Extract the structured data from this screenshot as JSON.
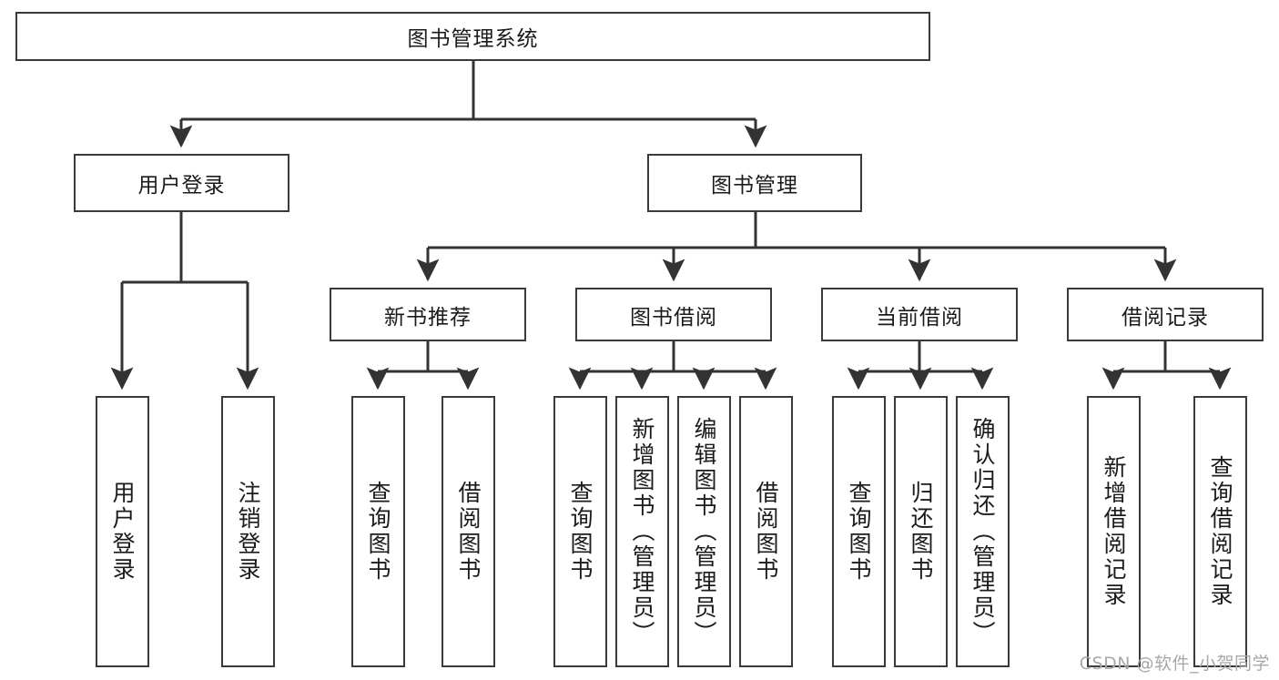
{
  "diagram": {
    "title": "图书管理系统",
    "type": "tree",
    "watermark": "CSDN @软件_小贺同学",
    "colors": {
      "box_border": "#3a3a3a",
      "box_fill": "#ffffff",
      "line": "#333333",
      "text": "#1b1b1b",
      "watermark": "#a8a8a8",
      "background": "#ffffff"
    },
    "nodes": {
      "root": {
        "label": "图书管理系统"
      },
      "level2": [
        {
          "id": "user-login",
          "label": "用户登录"
        },
        {
          "id": "book-manage",
          "label": "图书管理"
        }
      ],
      "level3": [
        {
          "id": "new-book-recommend",
          "label": "新书推荐"
        },
        {
          "id": "book-borrow",
          "label": "图书借阅"
        },
        {
          "id": "current-borrow",
          "label": "当前借阅"
        },
        {
          "id": "borrow-record",
          "label": "借阅记录"
        }
      ],
      "leaves": {
        "user-login": [
          {
            "id": "leaf-user-login",
            "label": "用户登录"
          },
          {
            "id": "leaf-user-logout",
            "label": "注销登录"
          }
        ],
        "new-book-recommend": [
          {
            "id": "leaf-query-book-1",
            "label": "查询图书"
          },
          {
            "id": "leaf-borrow-book-1",
            "label": "借阅图书"
          }
        ],
        "book-borrow": [
          {
            "id": "leaf-query-book-2",
            "label": "查询图书"
          },
          {
            "id": "leaf-add-book",
            "label": "新增图书（管理员）"
          },
          {
            "id": "leaf-edit-book",
            "label": "编辑图书（管理员）"
          },
          {
            "id": "leaf-borrow-book-2",
            "label": "借阅图书"
          }
        ],
        "current-borrow": [
          {
            "id": "leaf-query-book-3",
            "label": "查询图书"
          },
          {
            "id": "leaf-return-book",
            "label": "归还图书"
          },
          {
            "id": "leaf-confirm-return",
            "label": "确认归还（管理员）"
          }
        ],
        "borrow-record": [
          {
            "id": "leaf-add-record",
            "label": "新增借阅记录"
          },
          {
            "id": "leaf-query-record",
            "label": "查询借阅记录"
          }
        ]
      }
    }
  }
}
